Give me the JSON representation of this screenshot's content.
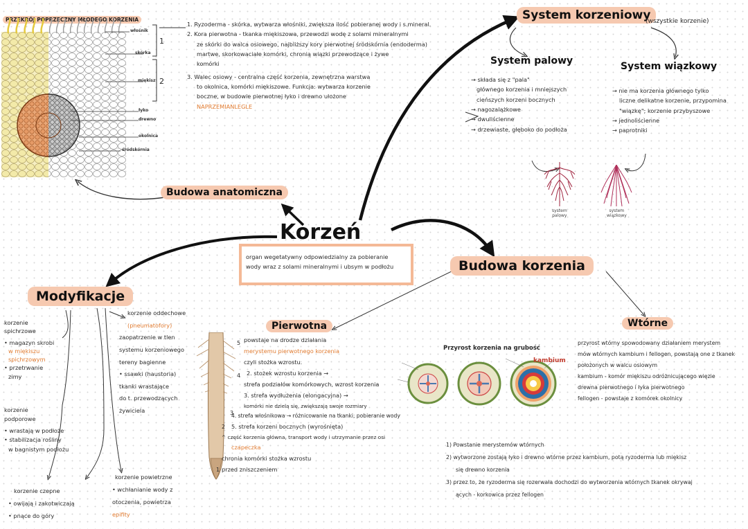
{
  "title": "Korzeń",
  "definition": [
    "organ wegetatywny odpowiedzialny za pobieranie",
    "wody wraz z solami mineralnymi i ubsym w podłożu"
  ],
  "cross_section": {
    "title": "PRZEKRÓJ POPRZECZNY MŁODEGO KORZENIA",
    "labels": [
      "włośnik",
      "skórka",
      "miękisz",
      "łyko",
      "drewno",
      "okolnica",
      "śródskórnia"
    ],
    "bracket_nums": [
      "1",
      "2"
    ]
  },
  "anatomy": {
    "heading": "Budowa anatomiczna",
    "lines": [
      "1. Ryzoderma - skórka, wytwarza włośniki, zwiększa ilość pobieranej wody i s.mineral.",
      "2. Kora pierwotna - tkanka miękiszowa, przewodzi wodę z solami mineralnymi",
      "ze skórki do walca osiowego, najbliższy kory pierwotnej śródskórnia (endoderma)",
      "martwe, skorkowaciałe komórki, chronią wiązki przewodzące i żywe",
      "komórki",
      "3. Walec osiowy - centralna część korzenia, zewnętrzna warstwa",
      "to okolnica, komórki miękiszowe. Funkcja: wytwarza korzenie",
      "boczne, w budowie pierwotnej łyko i drewno ułożone",
      "NAPRZEMIANLEGLE"
    ]
  },
  "system": {
    "heading": "System korzeniowy",
    "note": "(wszystkie korzenie)",
    "palowy": {
      "heading": "System palowy",
      "lines": [
        "→ składa się z \"pala\"",
        "głównego korzenia i mniejszych",
        "cieńszych korzeni bocznych",
        "→ nagozalążkowe",
        "→ dwuliścienne",
        "→ drzewiaste, głęboko do podłoża"
      ],
      "caption": [
        "system",
        "palowy"
      ]
    },
    "wiazkowy": {
      "heading": "System wiązkowy",
      "lines": [
        "→ nie ma korzenia głównego tylko",
        "liczne delikatne korzenie, przypomina",
        "\"wiązkę\"; korzenie przybyszowe",
        "→ jednoliścienne",
        "→ paprotniki"
      ],
      "caption": [
        "system",
        "wiązkowy"
      ]
    }
  },
  "budowa": {
    "heading": "Budowa korzenia",
    "pierwotna": {
      "heading": "Pierwotna",
      "lines": [
        "powstaje na drodze działania",
        "merystemu pierwotnego korzenia",
        "czyli stożka wzrostu.",
        "2. stożek wzrostu korzenia →",
        "strefa podziałów komórkowych, wzrost korzenia",
        "3. strefa wydłużenia (elongacyjna) →",
        "komórki nie dzielą się, zwiększają swoje rozmiary",
        "4. strefa włośnikowa → różnicowanie na tkanki, pobieranie wody",
        "5. strefa korzeni bocznych (wyrośnięta)",
        "^ część korzenia główna, transport wody i utrzymanie przez osi",
        "czapeczka",
        "chronia komórki stożka wzrostu",
        "przed zniszczeniem"
      ],
      "nums": [
        "5",
        "4",
        "3",
        "2",
        "1"
      ]
    },
    "wtorna": {
      "heading": "Wtórne",
      "lines": [
        "przyrost wtórny spowodowany działaniem merystem",
        "mów wtórnych kambium i fellogen, powstają one z tkanek",
        "położonych w walcu osiowym",
        "kambium - komór miękiszu odróżnicującego więzie",
        "drewna pierwotnego i łyka pierwotnego",
        "fellogen - powstaje z komórek okolnicy"
      ],
      "list": [
        "1) Powstanie merystemów wtórnych",
        "2) wytworzone zostają łyko i drewno wtórne przez kambium, potą ryzoderma lub miękisz",
        "się drewno korzenia",
        "3) przez to, że ryzoderma się rozerwała dochodzi do wytworzenia wtórnych tkanek okrywaj",
        "ących - korkowica przez fellogen"
      ],
      "diagram_title": "Przyrost korzenia na grubość",
      "kambium_label": "kambium"
    }
  },
  "modyfikacje": {
    "heading": "Modyfikacje",
    "spichrzowe": {
      "heading": [
        "korzenie",
        "spichrzowe"
      ],
      "lines": [
        "• magazyn skrobi",
        "w miękiszu",
        "spichrzowym",
        "• przetrwanie",
        "zimy"
      ]
    },
    "podporowe": {
      "heading": [
        "korzenie",
        "podporowe"
      ],
      "lines": [
        "• wrastają w podłoże",
        "• stabilizacja rośliny",
        "w bagnistym podłożu"
      ]
    },
    "oddechowe": {
      "lines": [
        "korzenie oddechowe",
        "(pneumatofory)",
        "zaopatrzenie w tlen",
        "systemu korzeniowego",
        "tereny bagienne",
        "• ssawki (haustoria)",
        "tkanki wrastające",
        "do t. przewodzących",
        "żywiciela"
      ]
    },
    "czepne": {
      "heading": "korzenie czepne",
      "lines": [
        "• owijają i zakotwiczają",
        "• pnące do góry"
      ]
    },
    "powietrzne": {
      "heading": "korzenie powietrzne",
      "lines": [
        "• wchłanianie wody z",
        "otoczenia, powietrza",
        "epifity"
      ]
    }
  }
}
